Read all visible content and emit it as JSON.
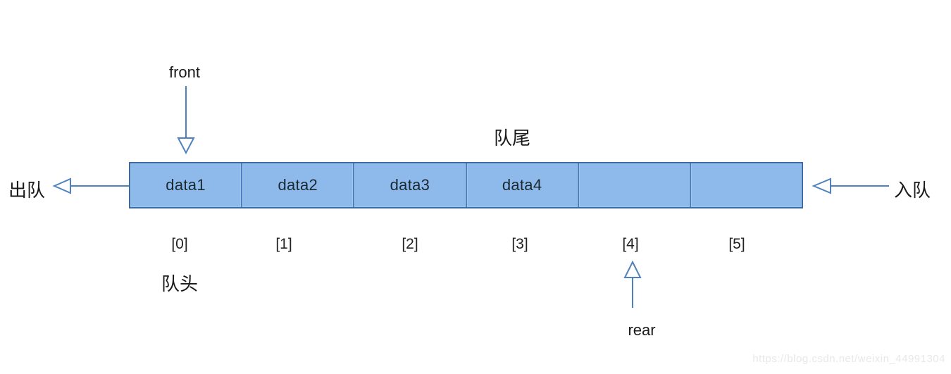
{
  "diagram": {
    "type": "queue-array-diagram",
    "labels": {
      "front_pointer": "front",
      "rear_pointer": "rear",
      "dequeue": "出队",
      "enqueue": "入队",
      "queue_tail": "队尾",
      "queue_head": "队头"
    },
    "queue": {
      "cells": [
        {
          "value": "data1",
          "index": "[0]"
        },
        {
          "value": "data2",
          "index": "[1]"
        },
        {
          "value": "data3",
          "index": "[2]"
        },
        {
          "value": "data4",
          "index": "[3]"
        },
        {
          "value": "",
          "index": "[4]"
        },
        {
          "value": "",
          "index": "[5]"
        }
      ]
    },
    "watermark": "https://blog.csdn.net/weixin_44991304"
  },
  "colors": {
    "cell-fill": "#8dbaea",
    "cell-border": "#3a6ba5",
    "cell-divider": "#4e7fbe",
    "arrow": "#4f81bd",
    "cell-text": "#1a2833",
    "watermark": "#e8e8e8"
  }
}
